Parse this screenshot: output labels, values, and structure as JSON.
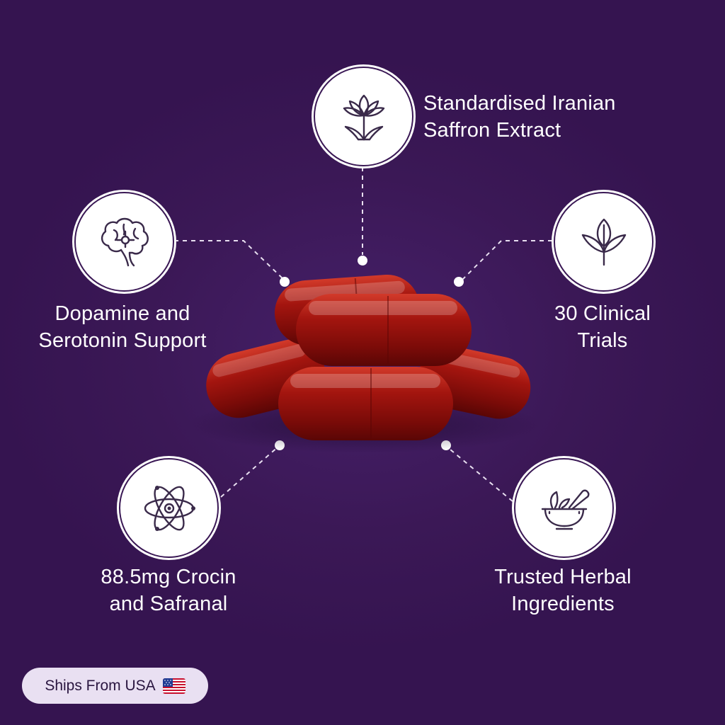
{
  "features": [
    {
      "icon": "saffron-flower-icon",
      "lines": [
        "Standardised Iranian",
        "Saffron Extract"
      ]
    },
    {
      "icon": "brain-icon",
      "lines": [
        "Dopamine and",
        "Serotonin Support"
      ]
    },
    {
      "icon": "leaf-sprout-icon",
      "lines": [
        "30 Clinical",
        "Trials"
      ]
    },
    {
      "icon": "atom-icon",
      "lines": [
        "88.5mg Crocin",
        "and Safranal"
      ]
    },
    {
      "icon": "mortar-pestle-icon",
      "lines": [
        "Trusted Herbal",
        "Ingredients"
      ]
    }
  ],
  "shipping_badge": {
    "label": "Ships From USA",
    "flag_icon": "us-flag-icon"
  },
  "colors": {
    "background": "#3b1856",
    "capsule": "#a3150f",
    "badge": "#ffffff",
    "pill": "#e9e0f2"
  }
}
